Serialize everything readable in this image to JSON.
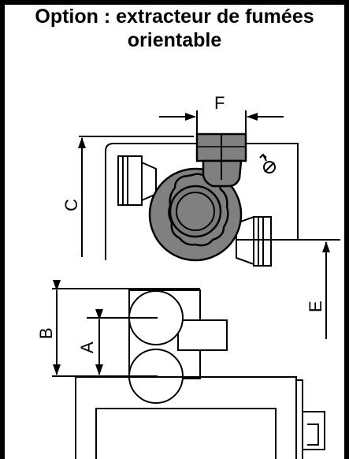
{
  "title": {
    "line1": "Option : extracteur de fumées",
    "line2": "orientable"
  },
  "dimensions": {
    "A": "A",
    "B": "B",
    "C": "C",
    "E": "E",
    "F": "F"
  },
  "colors": {
    "fan_fill": "#808080",
    "fan_dark": "#6e6e6e",
    "line": "#000000",
    "frame": "#000000"
  },
  "icons": {
    "tilted_key": "screw-with-arrow-icon"
  }
}
